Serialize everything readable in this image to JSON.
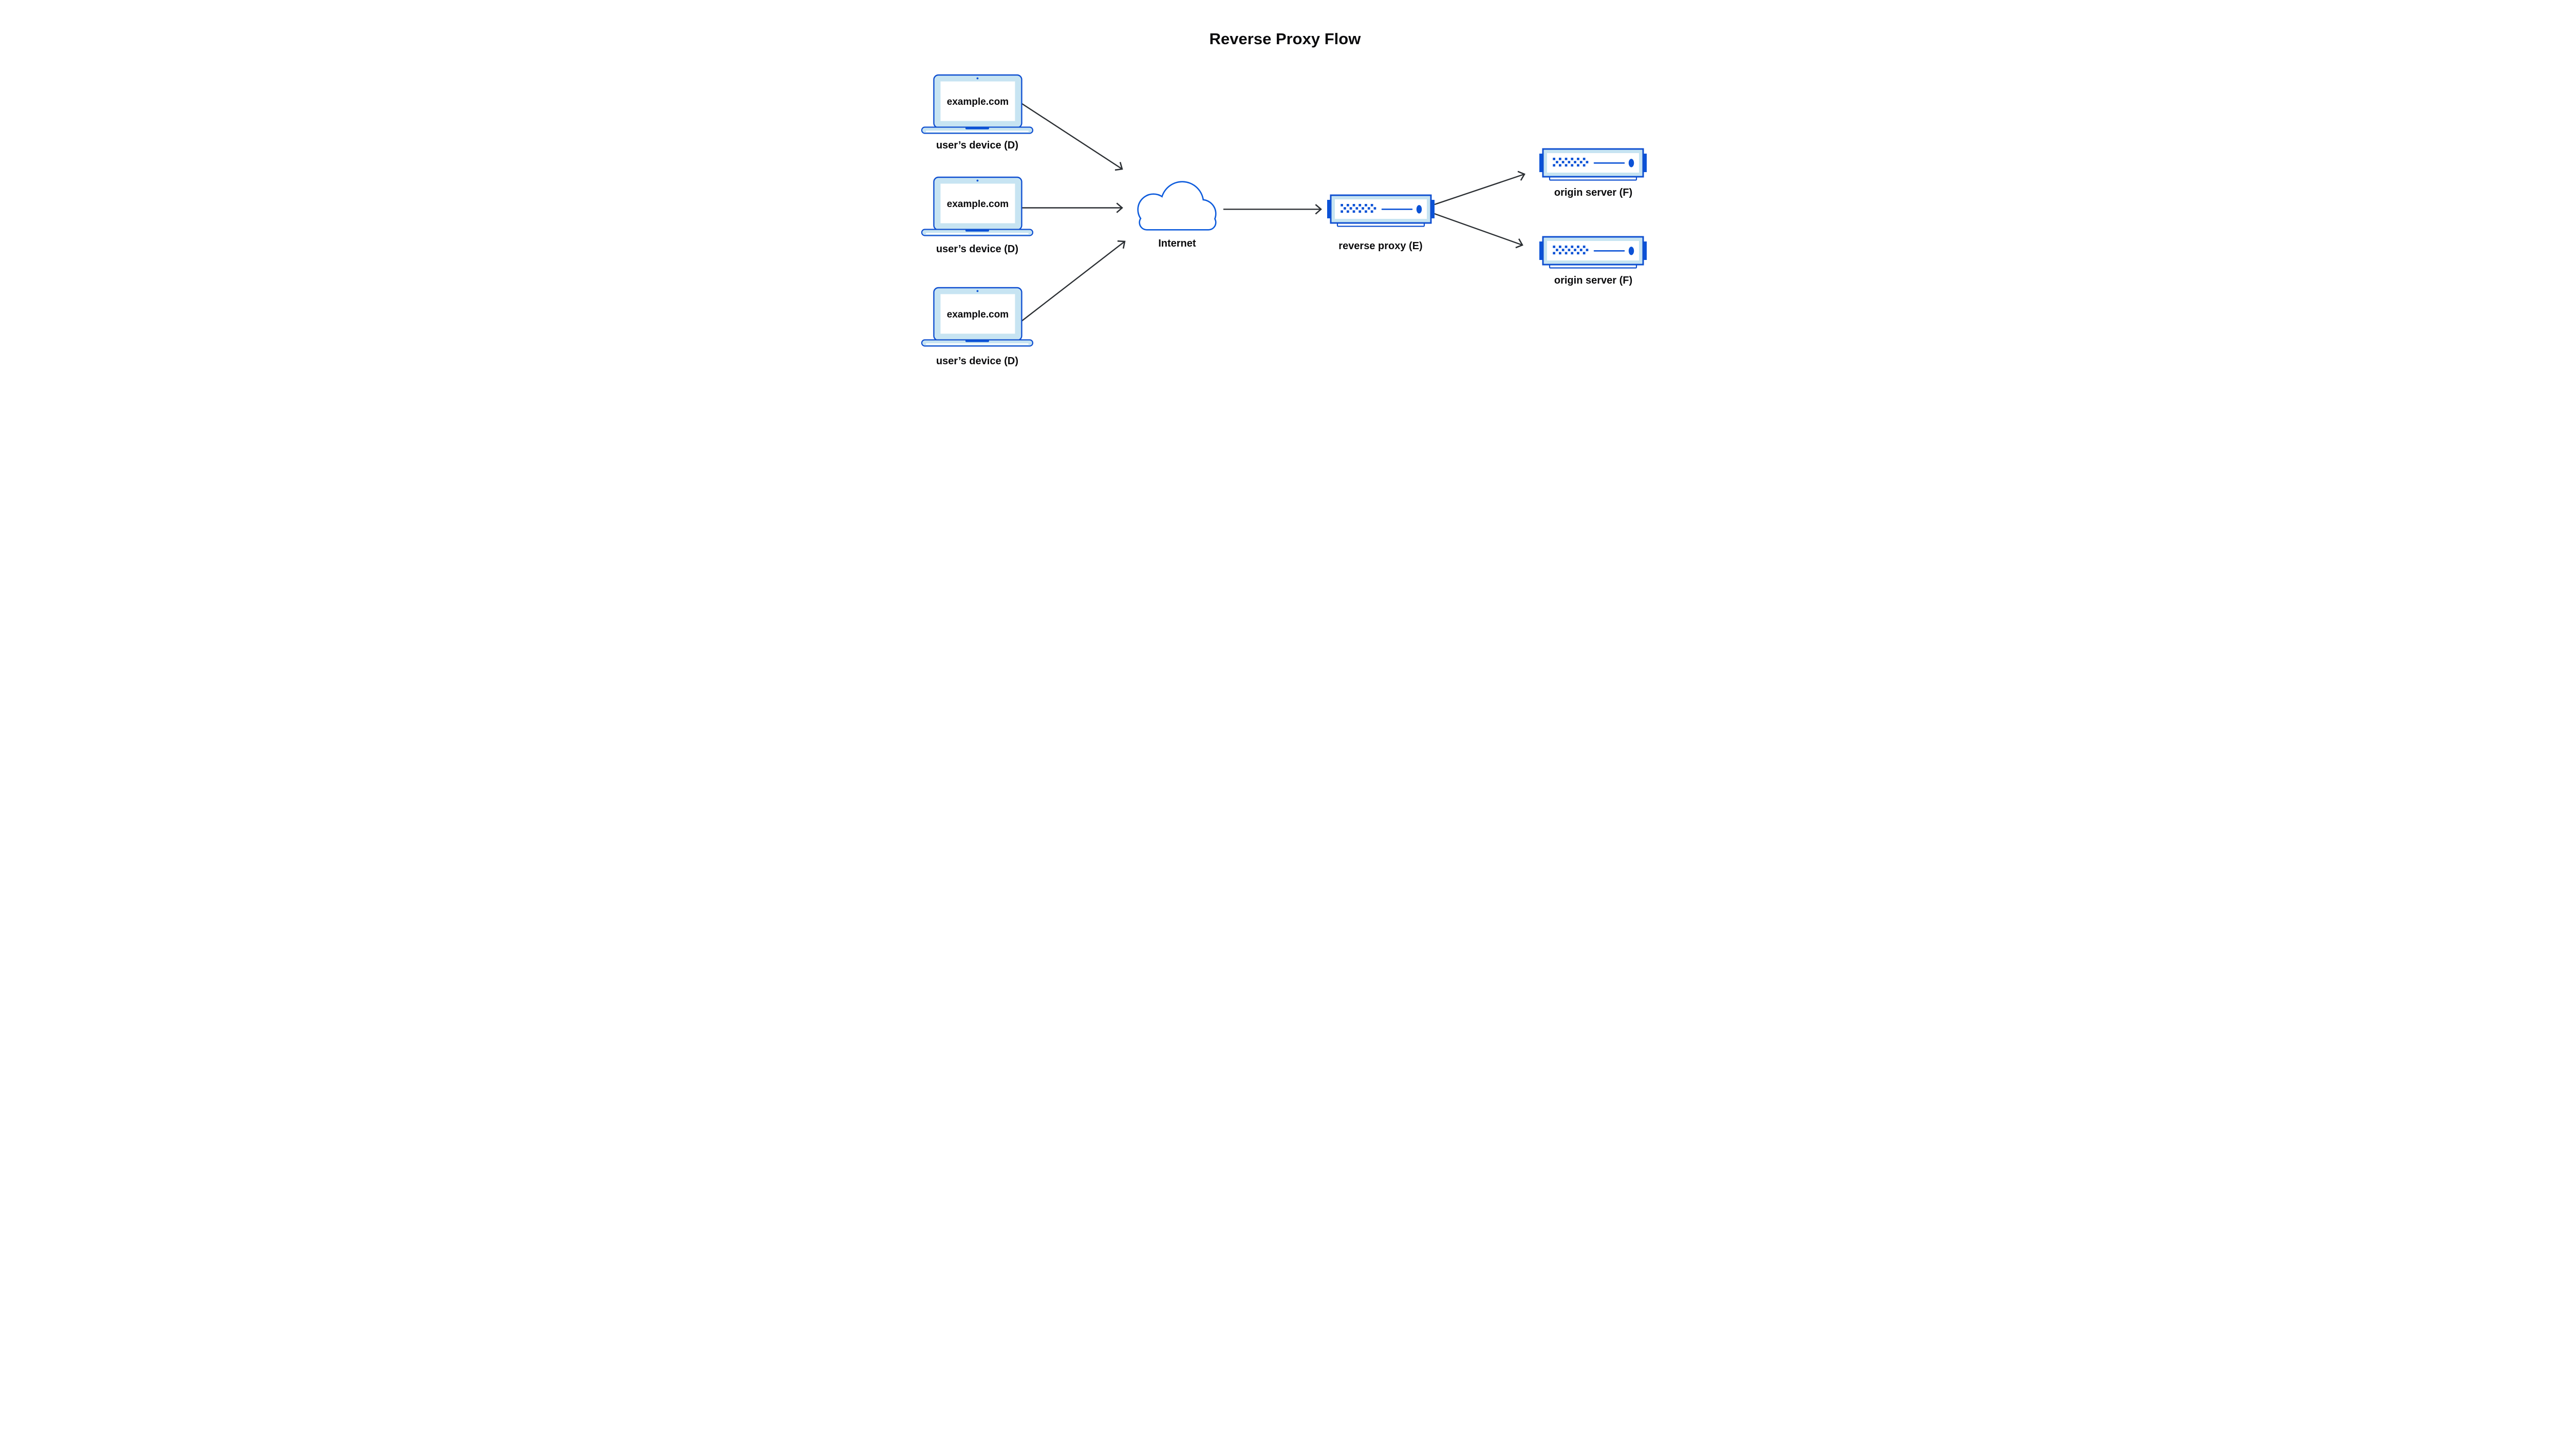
{
  "diagram": {
    "title": "Reverse Proxy Flow",
    "devices": [
      {
        "screen_text": "example.com",
        "label": "user’s device (D)"
      },
      {
        "screen_text": "example.com",
        "label": "user’s device (D)"
      },
      {
        "screen_text": "example.com",
        "label": "user’s device (D)"
      }
    ],
    "internet": {
      "label": "Internet"
    },
    "reverse_proxy": {
      "label": "reverse proxy (E)"
    },
    "origin_servers": [
      {
        "label": "origin server (F)"
      },
      {
        "label": "origin server (F)"
      }
    ],
    "colors": {
      "device_stroke": "#0F4FD0",
      "cloud_stroke": "#0D5BDC",
      "accent": "#0B52D6",
      "panel_fill": "#C7E4F2",
      "arrow": "#2B2F33",
      "text": "#0A0A0C",
      "background": "#FFFFFF"
    }
  }
}
